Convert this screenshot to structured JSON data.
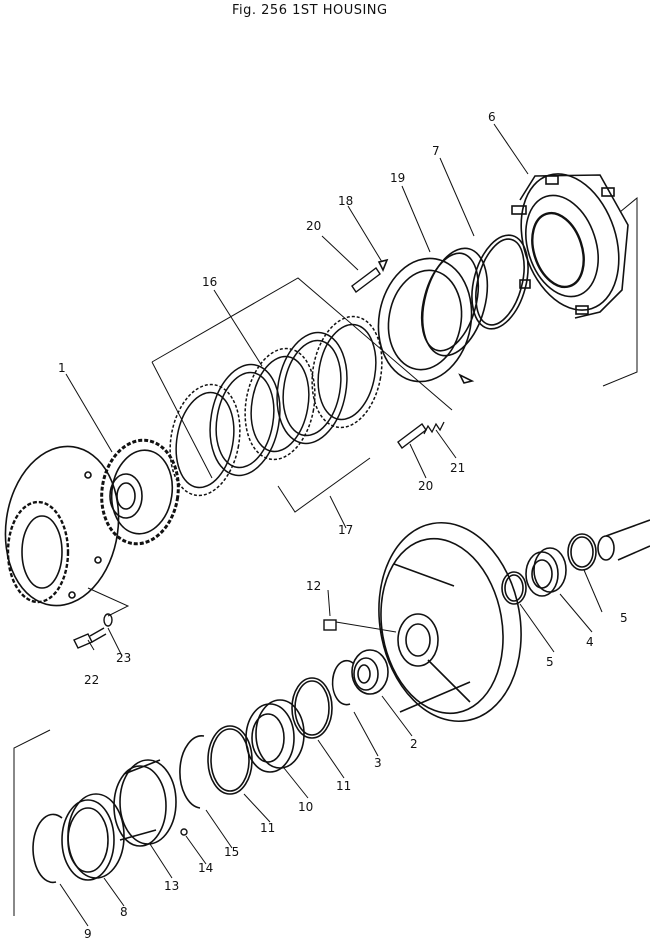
{
  "figure": {
    "title": "Fig. 256   1ST HOUSING"
  },
  "callouts": [
    "1",
    "2",
    "3",
    "4",
    "5",
    "5",
    "6",
    "7",
    "8",
    "9",
    "10",
    "11",
    "11",
    "12",
    "13",
    "14",
    "15",
    "16",
    "17",
    "18",
    "19",
    "20",
    "20",
    "21",
    "22",
    "23"
  ]
}
